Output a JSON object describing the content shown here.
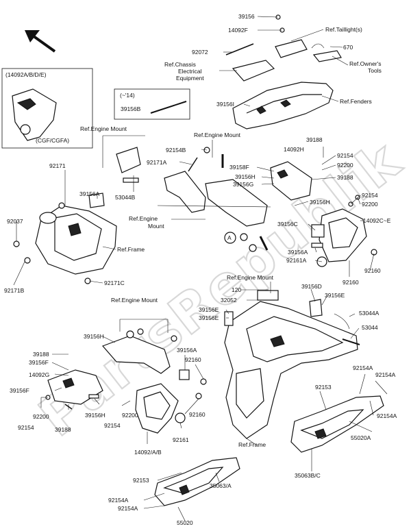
{
  "watermark": "PartsRepublik",
  "boxes": {
    "inset_top_left": {
      "title": "(14092A/B/D/E)",
      "note": "(CGF/CGFA)"
    },
    "inset_39156B": {
      "title": "(~'14)",
      "label": "39156B"
    }
  },
  "callout_marker": "A",
  "labels": {
    "l39156": "39156",
    "l14092F": "14092F",
    "ref_taillight": "Ref.Taillight(s)",
    "l92072": "92072",
    "l670": "670",
    "ref_chassis_1": "Ref.Chassis",
    "ref_chassis_2": "Electrical",
    "ref_chassis_3": "Equipment",
    "ref_owners_1": "Ref.Owner's",
    "ref_owners_2": "Tools",
    "l39156I": "39156I",
    "ref_fenders": "Ref.Fenders",
    "ref_engine_mount_a": "Ref.Engine Mount",
    "ref_engine_mount_b": "Ref.Engine Mount",
    "l92154B": "92154B",
    "l92171A": "92171A",
    "l53044B": "53044B",
    "l39188_a": "39188",
    "l14092H": "14092H",
    "l92154_a": "92154",
    "l92200_a": "92200",
    "l39158F": "39158F",
    "l39156H_a": "39156H",
    "l39156G": "39156G",
    "l39188_b": "39188",
    "l92171": "92171",
    "l39156A_a": "39156A",
    "l92037": "92037",
    "ref_engine_mount_c1": "Ref.Engine",
    "ref_engine_mount_c2": "Mount",
    "l39156H_b": "39156H",
    "l92154_b": "92154",
    "l92200_b": "92200",
    "l14092CE": "14092C~E",
    "ref_frame_a": "Ref.Frame",
    "l39156C": "39156C",
    "l39156A_b": "39156A",
    "l92161A": "92161A",
    "l92160_a": "92160",
    "l92160_b": "92160",
    "l92171B": "92171B",
    "l92171C": "92171C",
    "ref_engine_mount_d": "Ref.Engine Mount",
    "l120": "120",
    "l32052": "32052",
    "l39156D": "39156D",
    "l39156E_a": "39156E",
    "l39156E_b": "39156E",
    "l39156E_c": "39156E",
    "l53044A": "53044A",
    "l53044": "53044",
    "ref_engine_mount_e": "Ref.Engine Mount",
    "l39156H_c": "39156H",
    "l39188_c": "39188",
    "l39156F_a": "39156F",
    "l14092G": "14092G",
    "l39156F_b": "39156F",
    "l92200_c": "92200",
    "l92154_c": "92154",
    "l39188_d": "39188",
    "l39156H_d": "39156H",
    "l92200_d": "92200",
    "l92154_d": "92154",
    "l39156A_c": "39156A",
    "l92160_c": "92160",
    "l92160_d": "92160",
    "l92161": "92161",
    "l14092AB": "14092/A/B",
    "l92154A_a": "92154A",
    "l92154A_b": "92154A",
    "l92153_a": "92153",
    "l92154A_c": "92154A",
    "l55020A": "55020A",
    "ref_frame_b": "Ref.Frame",
    "l35063BC": "35063B/C",
    "l92153_b": "92153",
    "l35063A": "35063/A",
    "l92154A_d": "92154A",
    "l92154A_e": "92154A",
    "l55020": "55020"
  }
}
